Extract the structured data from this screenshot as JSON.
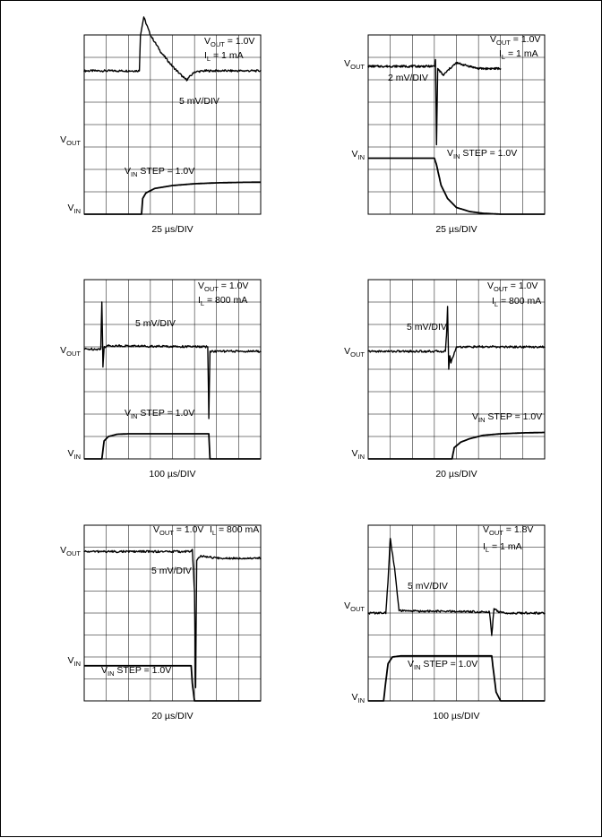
{
  "chart_data": [
    {
      "type": "line",
      "grid": true,
      "grid_divisions": [
        8,
        8
      ],
      "vertical_scale": "5 mV/DIV",
      "xlabel": "25 µs/DIV",
      "channels": {
        "upper": "VOUT",
        "lower": "VIN"
      },
      "annotations": {
        "vout_setting": "VOUT = 1.0V",
        "load": "IL = 1 mA",
        "step": "VIN STEP = 1.0V"
      },
      "series": [
        {
          "name": "VOUT",
          "x": [
            0,
            2.5,
            2.55,
            2.7,
            3.0,
            3.5,
            4.0,
            4.5,
            4.65,
            5.0,
            5.5,
            8
          ],
          "y": [
            6.4,
            6.4,
            8.0,
            8.8,
            8.0,
            7.2,
            6.6,
            6.1,
            6.0,
            6.35,
            6.4,
            6.4
          ]
        },
        {
          "name": "VIN",
          "x": [
            0,
            2.6,
            2.65,
            2.8,
            3.2,
            4,
            5,
            6,
            7,
            8
          ],
          "y": [
            0.0,
            0.0,
            0.7,
            0.95,
            1.15,
            1.28,
            1.36,
            1.4,
            1.42,
            1.43
          ]
        }
      ]
    },
    {
      "type": "line",
      "grid": true,
      "grid_divisions": [
        8,
        8
      ],
      "vertical_scale": "2 mV/DIV",
      "xlabel": "25 µs/DIV",
      "channels": {
        "upper": "VOUT",
        "lower": "VIN"
      },
      "annotations": {
        "vout_setting": "VOUT = 1.0V",
        "load": "IL = 1 mA",
        "step": "VIN STEP = 1.0V"
      },
      "series": [
        {
          "name": "VOUT",
          "x": [
            0,
            3.0,
            3.05,
            3.1,
            3.15,
            3.4,
            3.7,
            4.0,
            5.0,
            6.0
          ],
          "y": [
            6.6,
            6.6,
            6.9,
            3.1,
            6.5,
            6.2,
            6.5,
            6.75,
            6.5,
            6.5
          ]
        },
        {
          "name": "VIN",
          "x": [
            0,
            3.0,
            3.1,
            3.3,
            3.6,
            4.0,
            4.6,
            5.2,
            6,
            8
          ],
          "y": [
            2.5,
            2.5,
            2.2,
            1.3,
            0.7,
            0.3,
            0.12,
            0.04,
            0.0,
            0.0
          ]
        }
      ]
    },
    {
      "type": "line",
      "grid": true,
      "grid_divisions": [
        8,
        8
      ],
      "vertical_scale": "5 mV/DIV",
      "xlabel": "100 µs/DIV",
      "channels": {
        "upper": "VOUT",
        "lower": "VIN"
      },
      "annotations": {
        "vout_setting": "VOUT = 1.0V",
        "load": "IL = 800 mA",
        "step": "VIN STEP = 1.0V"
      },
      "series": [
        {
          "name": "VOUT",
          "x": [
            0,
            0.75,
            0.8,
            0.85,
            0.9,
            1.1,
            5.6,
            5.65,
            5.7,
            8
          ],
          "y": [
            4.9,
            4.9,
            7.0,
            4.1,
            5.0,
            5.05,
            5.0,
            1.8,
            4.8,
            4.8
          ]
        },
        {
          "name": "VIN",
          "x": [
            0,
            0.8,
            0.9,
            1.1,
            1.5,
            2.0,
            5.65,
            5.7,
            8
          ],
          "y": [
            0.0,
            0.0,
            0.8,
            1.0,
            1.1,
            1.12,
            1.12,
            0.0,
            0.0
          ]
        }
      ]
    },
    {
      "type": "line",
      "grid": true,
      "grid_divisions": [
        8,
        8
      ],
      "vertical_scale": "5 mV/DIV",
      "xlabel": "20 µs/DIV",
      "channels": {
        "upper": "VOUT",
        "lower": "VIN"
      },
      "annotations": {
        "vout_setting": "VOUT = 1.0V",
        "load": "IL = 800 mA",
        "step": "VIN STEP = 1.0V"
      },
      "series": [
        {
          "name": "VOUT",
          "x": [
            0,
            3.5,
            3.55,
            3.6,
            3.65,
            3.7,
            3.75,
            4.0,
            5.0,
            8
          ],
          "y": [
            4.8,
            4.8,
            5.5,
            6.8,
            4.0,
            4.6,
            4.3,
            5.0,
            5.0,
            5.0
          ]
        },
        {
          "name": "VIN",
          "x": [
            0,
            3.8,
            3.9,
            4.2,
            4.6,
            5.2,
            6,
            7,
            8
          ],
          "y": [
            0.0,
            0.0,
            0.5,
            0.75,
            0.9,
            1.05,
            1.12,
            1.16,
            1.18
          ]
        }
      ]
    },
    {
      "type": "line",
      "grid": true,
      "grid_divisions": [
        8,
        8
      ],
      "vertical_scale": "5 mV/DIV",
      "xlabel": "20 µs/DIV",
      "channels": {
        "upper": "VOUT",
        "lower": "VIN"
      },
      "annotations": {
        "vout_setting": "VOUT = 1.0V",
        "load": "IL = 800 mA",
        "step": "VIN STEP = 1.0V"
      },
      "series": [
        {
          "name": "VOUT",
          "x": [
            0,
            4.8,
            4.9,
            5.0,
            5.05,
            5.1,
            5.3,
            6.0,
            8
          ],
          "y": [
            6.8,
            6.8,
            6.9,
            5.0,
            0.6,
            6.4,
            6.6,
            6.5,
            6.5
          ]
        },
        {
          "name": "VIN",
          "x": [
            0,
            4.85,
            4.9,
            5.0,
            8
          ],
          "y": [
            1.6,
            1.6,
            0.8,
            0.0,
            0.0
          ]
        }
      ]
    },
    {
      "type": "line",
      "grid": true,
      "grid_divisions": [
        8,
        8
      ],
      "vertical_scale": "5 mV/DIV",
      "xlabel": "100 µs/DIV",
      "channels": {
        "upper": "VOUT",
        "lower": "VIN"
      },
      "annotations": {
        "vout_setting": "VOUT = 1.8V",
        "load": "IL = 1 mA",
        "step": "VIN STEP = 1.0V"
      },
      "series": [
        {
          "name": "VOUT",
          "x": [
            0,
            0.8,
            0.9,
            1.0,
            1.2,
            1.4,
            5.5,
            5.6,
            5.7,
            5.9,
            6.2,
            8
          ],
          "y": [
            4.0,
            4.0,
            5.5,
            7.4,
            6.0,
            4.1,
            4.05,
            3.0,
            4.2,
            4.05,
            4.0,
            4.0
          ]
        },
        {
          "name": "VIN",
          "x": [
            0,
            0.7,
            0.8,
            0.9,
            1.1,
            1.5,
            2.0,
            5.6,
            5.65,
            5.8,
            6.0,
            8
          ],
          "y": [
            0.0,
            0.0,
            0.9,
            1.7,
            2.0,
            2.05,
            2.05,
            2.05,
            1.6,
            0.4,
            0.0,
            0.0
          ]
        }
      ]
    }
  ]
}
